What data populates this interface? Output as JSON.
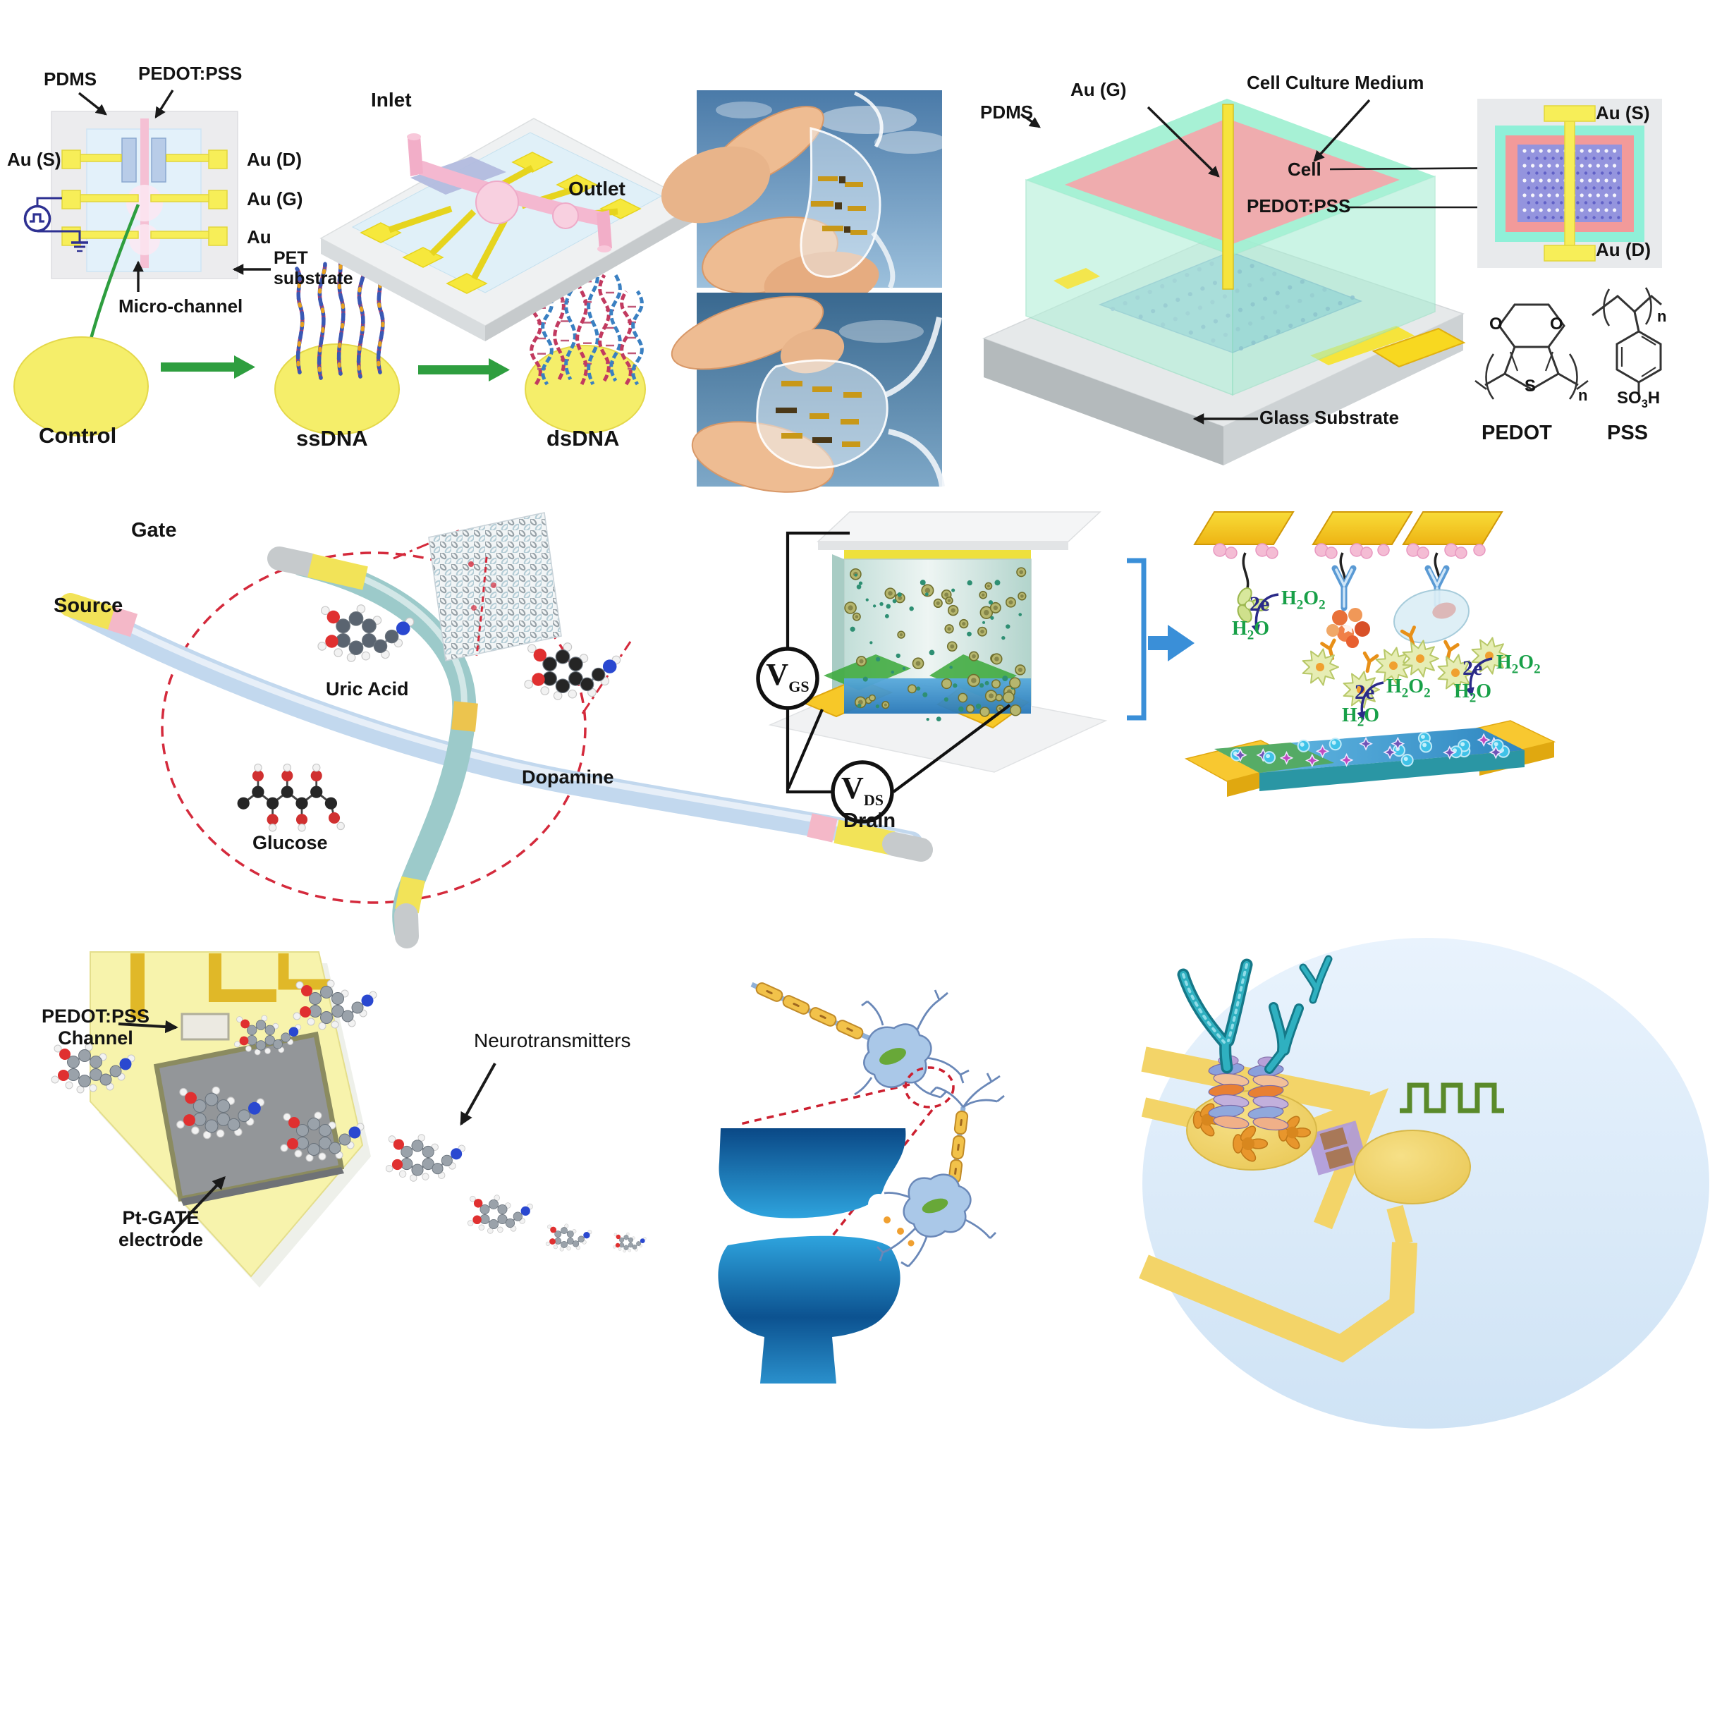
{
  "panel_dna": {
    "pdms": "PDMS",
    "pedot_pss": "PEDOT:PSS",
    "au_s": "Au (S)",
    "au_d": "Au (D)",
    "au_g": "Au (G)",
    "au": "Au",
    "pet_line1": "PET",
    "pet_line2": "substrate",
    "micro_channel": "Micro-channel",
    "control": "Control",
    "ssdna": "ssDNA",
    "dsdna": "dsDNA"
  },
  "panel_chip": {
    "inlet": "Inlet",
    "outlet": "Outlet"
  },
  "panel_cell": {
    "pdms": "PDMS",
    "au_g": "Au (G)",
    "medium": "Cell Culture Medium",
    "glass": "Glass Substrate",
    "cell": "Cell",
    "pedot_pss": "PEDOT:PSS"
  },
  "panel_chem": {
    "au_s": "Au (S)",
    "au_d": "Au (D)",
    "pedot": "PEDOT",
    "pss": "PSS",
    "so3h": "SO3H",
    "n": "n",
    "o": "O",
    "s": "S"
  },
  "panel_fiber": {
    "gate": "Gate",
    "source": "Source",
    "drain": "Drain",
    "uric_acid": "Uric Acid",
    "dopamine": "Dopamine",
    "glucose": "Glucose"
  },
  "panel_gating": {
    "v": "V",
    "gs": "GS",
    "ds": "DS"
  },
  "panel_enzyme": {
    "two_e": "2e",
    "h2o2": "H2O2",
    "h2o": "H2O"
  },
  "panel_probe": {
    "channel_l1": "PEDOT:PSS",
    "channel_l2": "Channel",
    "gate_l1": "Pt-GATE",
    "gate_l2": "electrode",
    "neurotransmitters": "Neurotransmitters"
  },
  "colors": {
    "gold": "#F5E050",
    "green_arrow": "#2E9E3F",
    "pulse_navy": "#2E3192",
    "dashed_red": "#D42A3C",
    "reaction_navy": "#2A2A88",
    "reaction_green": "#18A048",
    "signal_green": "#5A8A2A",
    "synapse_blue": "#0C5290",
    "antibody_teal": "#2AA8B8"
  }
}
